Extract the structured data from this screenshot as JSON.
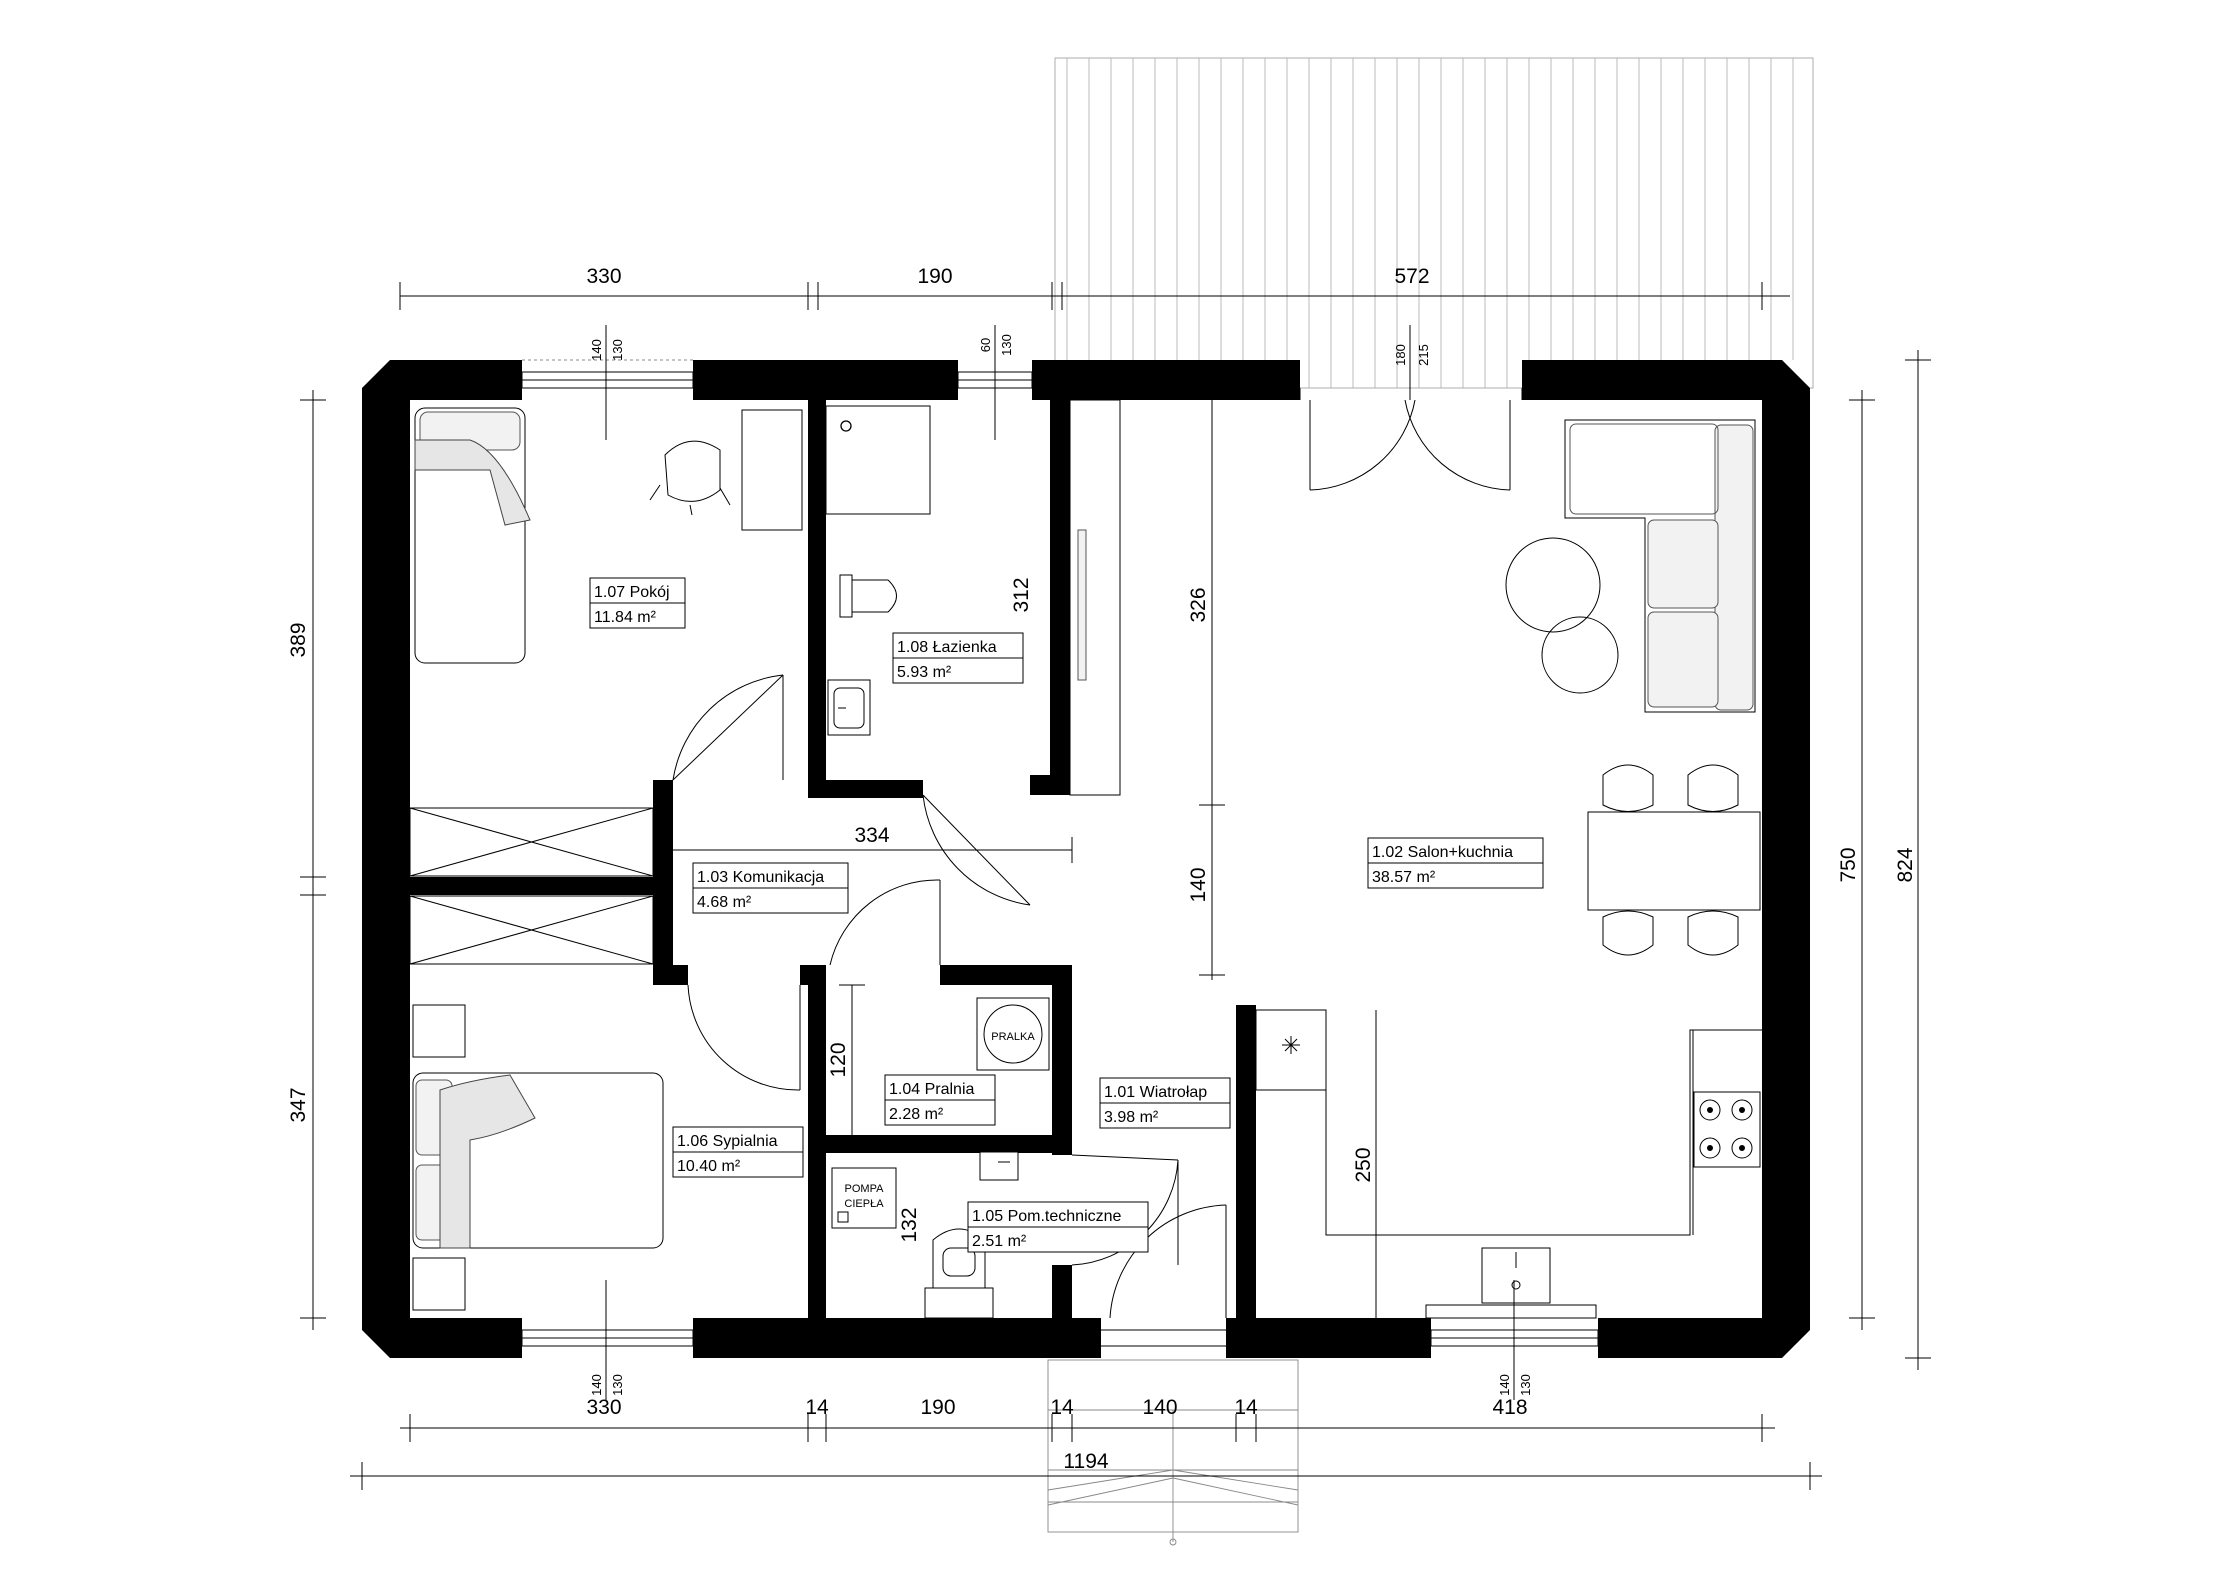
{
  "rooms": [
    {
      "name": "1.07 Pokój",
      "area": "11.84 m²"
    },
    {
      "name": "1.08 Łazienka",
      "area": "5.93 m²"
    },
    {
      "name": "1.03 Komunikacja",
      "area": "4.68 m²"
    },
    {
      "name": "1.02 Salon+kuchnia",
      "area": "38.57 m²"
    },
    {
      "name": "1.04 Pralnia",
      "area": "2.28 m²"
    },
    {
      "name": "1.01 Wiatrołap",
      "area": "3.98 m²"
    },
    {
      "name": "1.06 Sypialnia",
      "area": "10.40 m²"
    },
    {
      "name": "1.05 Pom.techniczne",
      "area": "2.51 m²"
    }
  ],
  "dimensions": {
    "top": [
      "330",
      "190",
      "572"
    ],
    "bottom": [
      "330",
      "14",
      "190",
      "14",
      "140",
      "14",
      "418"
    ],
    "overall_width": "1194",
    "left": [
      "389",
      "347"
    ],
    "right_inner": "750",
    "right_outer": "824",
    "interior": {
      "bathroom_height": "312",
      "corridor_width": "334",
      "salon_upper": "326",
      "salon_lower": "140",
      "laundry": "120",
      "technical": "132",
      "kitchen": "250"
    },
    "window_top_left": [
      "140",
      "130"
    ],
    "window_top_bath": [
      "60",
      "130"
    ],
    "door_terrace": [
      "180",
      "215"
    ],
    "window_bottom_left": [
      "140",
      "130"
    ],
    "window_bottom_right": [
      "140",
      "130"
    ]
  },
  "appliances": {
    "washer": "PRALKA",
    "heat_pump_line1": "POMPA",
    "heat_pump_line2": "CIEPŁA"
  }
}
